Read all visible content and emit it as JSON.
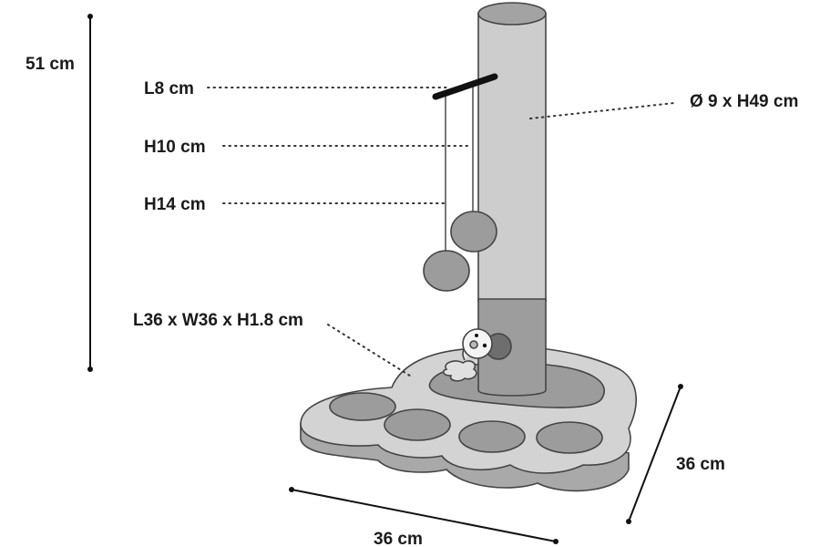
{
  "labels": {
    "total_height": "51 cm",
    "bar_length": "L8 cm",
    "string_short": "H10 cm",
    "string_long": "H14 cm",
    "base_size": "L36 x W36 x H1.8 cm",
    "post_size": "Ø 9 x H49 cm",
    "depth": "36 cm",
    "width": "36 cm"
  },
  "colors": {
    "post": "#cdcdcd",
    "post_lower": "#9d9d9d",
    "base_top": "#d3d3d3",
    "base_side": "#a9a9a9",
    "holes": "#9c9c9c"
  }
}
